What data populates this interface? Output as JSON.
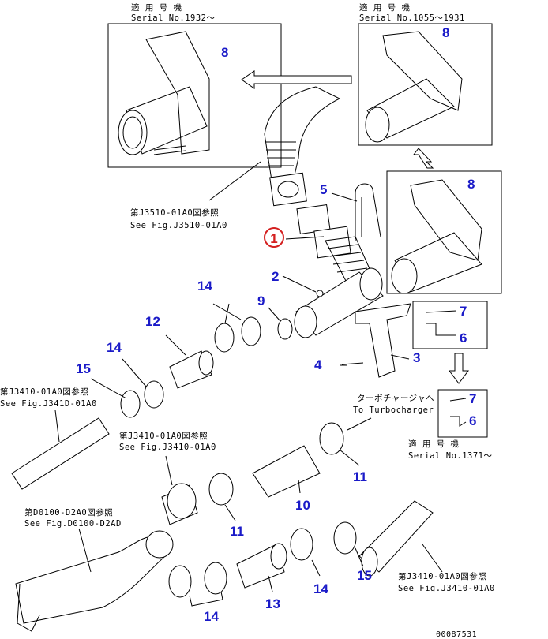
{
  "diagram_id": "00087531",
  "serial_notes": {
    "top_left": {
      "jp": "適 用 号 機",
      "en": "Serial No.1932～"
    },
    "top_right": {
      "jp": "適 用 号 機",
      "en": "Serial No.1055～1931"
    },
    "lower_right": {
      "jp": "適 用 号 機",
      "en": "Serial No.1371～"
    }
  },
  "references": {
    "j3510": {
      "jp": "第J3510-01A0図参照",
      "en": "See Fig.J3510-01A0"
    },
    "j3410_left": {
      "jp": "第J3410-01A0図参照",
      "en": "See Fig.J341D-01A0"
    },
    "j3410_mid": {
      "jp": "第J3410-01A0図参照",
      "en": "See Fig.J3410-01A0"
    },
    "d0100": {
      "jp": "第D0100-D2A0図参照",
      "en": "See Fig.D0100-D2AD"
    },
    "j3410_right": {
      "jp": "第J3410-01A0図参照",
      "en": "See Fig.J3410-01A0"
    }
  },
  "turbo_note": {
    "jp": "ターボチャージャへ",
    "en": "To Turbocharger"
  },
  "highlight": {
    "label": "1",
    "color": "#d42020"
  },
  "label_color": "#1a1ac8",
  "part_labels": [
    "8",
    "8",
    "8",
    "5",
    "2",
    "9",
    "14",
    "12",
    "7",
    "6",
    "3",
    "4",
    "14",
    "15",
    "7",
    "6",
    "11",
    "10",
    "11",
    "15",
    "14",
    "13",
    "14"
  ]
}
